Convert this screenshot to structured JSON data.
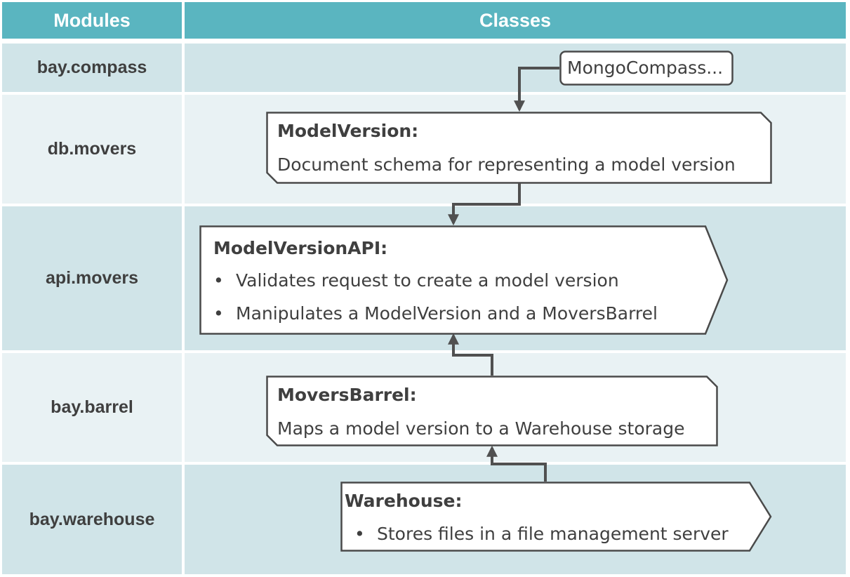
{
  "header": {
    "modules": "Modules",
    "classes": "Classes"
  },
  "modules": [
    "bay.compass",
    "db.movers",
    "api.movers",
    "bay.barrel",
    "bay.warehouse"
  ],
  "classes": {
    "mongo_compass": {
      "label": "MongoCompass..."
    },
    "model_version": {
      "title": "ModelVersion:",
      "description": "Document schema for representing a model version"
    },
    "model_version_api": {
      "title": "ModelVersionAPI:",
      "bullets": [
        "Validates request to create a model version",
        "Manipulates a ModelVersion and a MoversBarrel"
      ]
    },
    "movers_barrel": {
      "title": "MoversBarrel:",
      "description": "Maps a model version to a Warehouse storage"
    },
    "warehouse": {
      "title": "Warehouse:",
      "bullets": [
        "Stores files in a file management server"
      ]
    }
  },
  "colors": {
    "header_bg": "#5ab5c0",
    "row_dark": "#d0e4e8",
    "row_light": "#e9f2f4",
    "text": "#3f3f3f",
    "connector": "#505050"
  }
}
